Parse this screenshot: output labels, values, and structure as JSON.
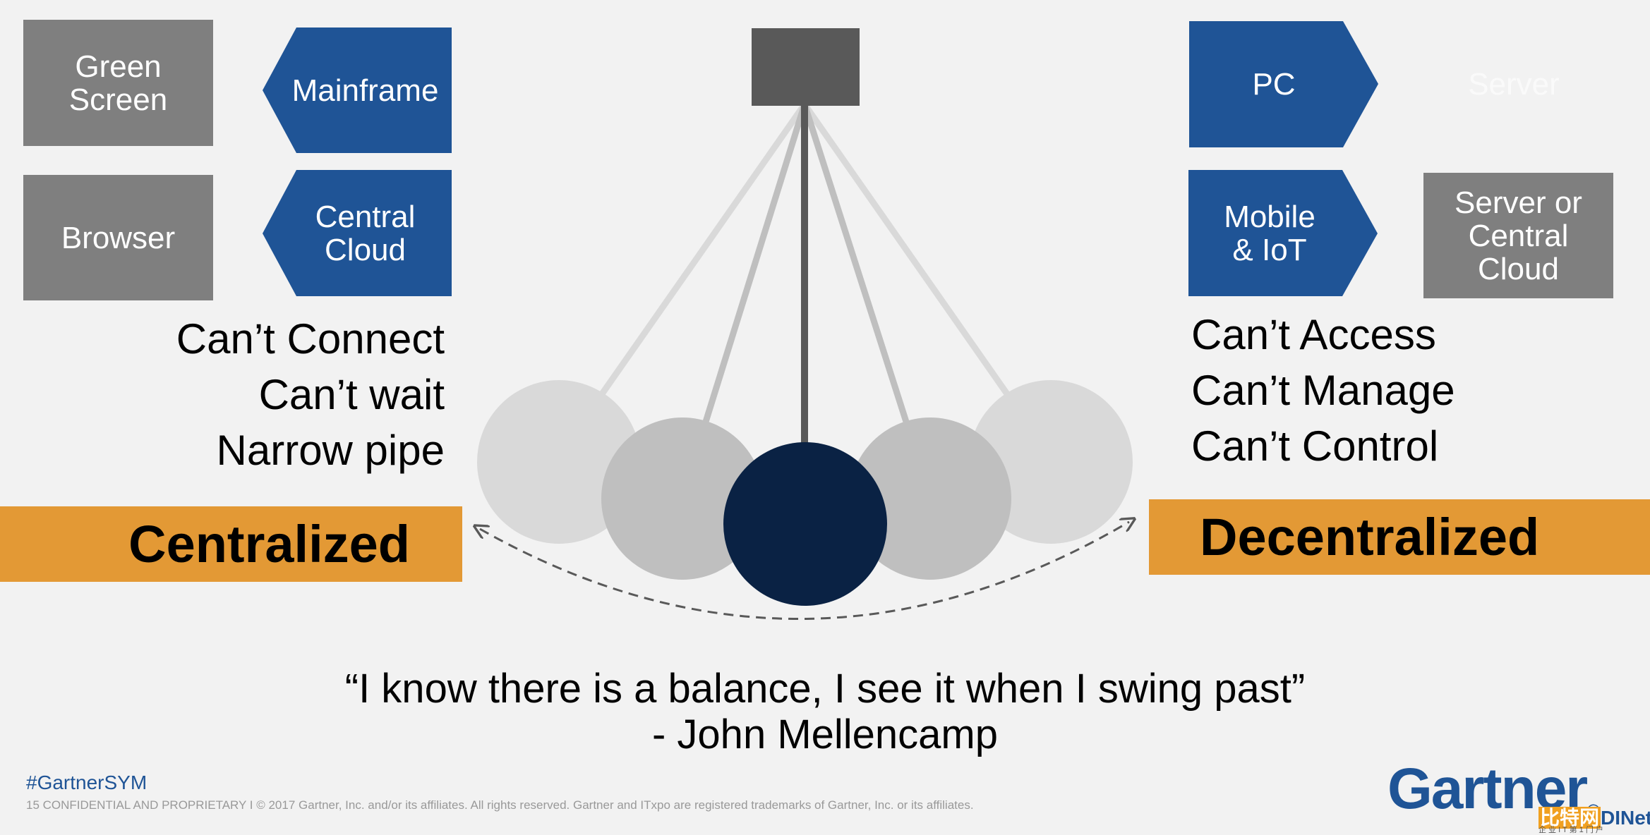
{
  "left": {
    "gray_boxes": [
      "Green\nScreen",
      "Browser"
    ],
    "blue_shapes": [
      "Mainframe",
      "Central\nCloud"
    ],
    "problems": [
      "Can’t Connect",
      "Can’t wait",
      "Narrow pipe"
    ],
    "bar_label": "Centralized"
  },
  "right": {
    "blue_shapes": [
      "PC",
      "Mobile\n& IoT"
    ],
    "faded_label": "Server",
    "gray_box": "Server or\nCentral\nCloud",
    "problems": [
      "Can’t Access",
      "Can’t Manage",
      "Can’t Control"
    ],
    "bar_label": "Decentralized"
  },
  "quote": {
    "line1": "“I know there is a balance, I see it when I swing past”",
    "line2": "- John Mellencamp"
  },
  "footer": {
    "hashtag": "#GartnerSYM",
    "copyright": "15 CONFIDENTIAL AND PROPRIETARY I © 2017 Gartner, Inc. and/or its affiliates. All rights reserved. Gartner and ITxpo are registered trademarks of Gartner, Inc. or its affiliates.",
    "logo": "Gartner",
    "logo_mark": "®"
  },
  "watermark": {
    "part1": "比特网",
    "part2": "DINet",
    "sub": "企 业 I T 第 1 门 户"
  },
  "colors": {
    "background": "#f2f2f2",
    "blue_shape": "#1f5496",
    "gray_box": "#7f7f7f",
    "orange_bar": "#e39935",
    "pendulum_ball": "#0a2244",
    "pendulum_arm": "#595959",
    "ghost_ball_near": "#bfbfbf",
    "ghost_ball_far": "#d9d9d9"
  }
}
